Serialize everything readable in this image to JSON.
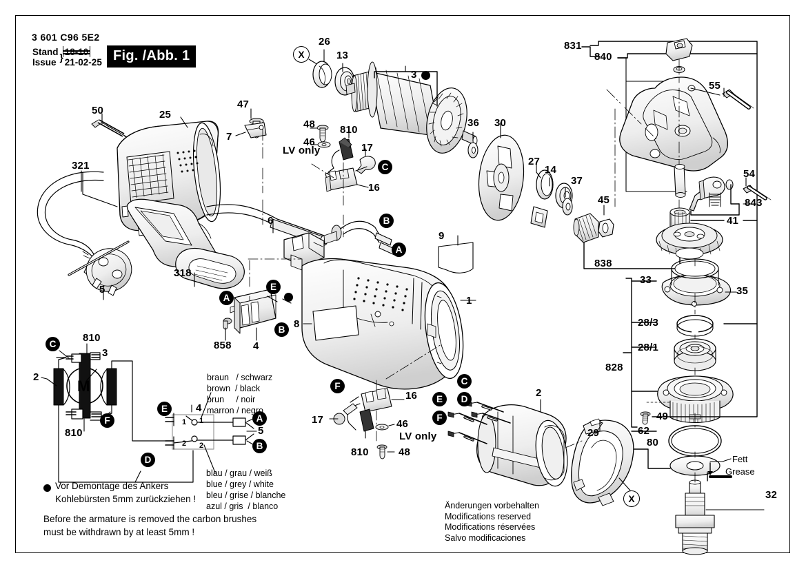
{
  "header": {
    "type_code": "3 601 C96 5E2",
    "row1_label": "Stand",
    "row1_value": "18-10",
    "row2_label": "Issue",
    "row2_value": "21-02-25",
    "figure_label": "Fig. /Abb. 1"
  },
  "notes": {
    "lv_only": "LV only",
    "grease_de": "Fett",
    "grease_en": "Grease",
    "armature_note_de_line1": "Vor Demontage des Ankers",
    "armature_note_de_line2": "Kohlebürsten 5mm zurückziehen !",
    "armature_note_en_line1": "Before the armature is removed the carbon brushes",
    "armature_note_en_line2": "must be withdrawn by at least 5mm !",
    "disclaimer": "Änderungen vorbehalten\nModifications reserved\nModifications réservées\nSalvo modificaciones",
    "wires_top": "braun   / schwarz\nbrown  / black\nbrun     / noir\nmarron / negro",
    "wires_bottom": "blau / grau / weiß\nblue / grey / white\nbleu / grise / blanche\nazul / gris  / blanco"
  },
  "callout_letters": {
    "a": "A",
    "b": "B",
    "c": "C",
    "d": "D",
    "e": "E",
    "f": "F",
    "x": "X",
    "m": "M"
  },
  "schematic_terminals": {
    "t1": "1",
    "t2": "2",
    "s1": "1",
    "s2": "2"
  },
  "parts": {
    "p1": "1",
    "p2": "2",
    "p3": "3",
    "p4": "4",
    "p5": "5",
    "p6": "6",
    "p7": "7",
    "p8": "8",
    "p9": "9",
    "p13": "13",
    "p14": "14",
    "p16": "16",
    "p17": "17",
    "p25": "25",
    "p26": "26",
    "p27": "27",
    "p29": "29",
    "p30": "30",
    "p32": "32",
    "p33": "33",
    "p35": "35",
    "p36": "36",
    "p37": "37",
    "p41": "41",
    "p45": "45",
    "p46": "46",
    "p47": "47",
    "p48": "48",
    "p49": "49",
    "p50": "50",
    "p54": "54",
    "p55": "55",
    "p62": "62",
    "p80": "80",
    "p283": "28/3",
    "p281": "28/1",
    "p318": "318",
    "p321": "321",
    "p810": "810",
    "p828": "828",
    "p831": "831",
    "p838": "838",
    "p840": "840",
    "p843": "843",
    "p858": "858"
  }
}
